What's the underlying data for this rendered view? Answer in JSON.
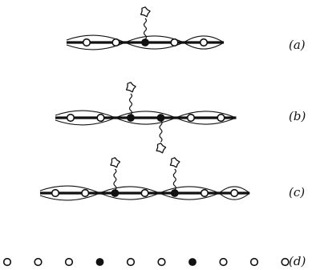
{
  "figure": {
    "panels": [
      {
        "label": "(a)",
        "site_pattern": [
          "open",
          "open",
          "filled",
          "open",
          "open"
        ],
        "tethers": [
          {
            "site": 2,
            "direction": "up"
          }
        ]
      },
      {
        "label": "(b)",
        "site_pattern": [
          "open",
          "open",
          "filled",
          "filled",
          "open",
          "open"
        ],
        "tethers": [
          {
            "site": 2,
            "direction": "up"
          },
          {
            "site": 3,
            "direction": "down"
          }
        ]
      },
      {
        "label": "(c)",
        "site_pattern": [
          "open",
          "open",
          "filled",
          "open",
          "filled",
          "open",
          "open"
        ],
        "tethers": [
          {
            "site": 2,
            "direction": "up"
          },
          {
            "site": 4,
            "direction": "up"
          }
        ]
      },
      {
        "label": "(d)",
        "site_pattern": [
          "open",
          "open",
          "open",
          "filled",
          "open",
          "open",
          "filled",
          "open",
          "open",
          "open"
        ],
        "tethers": []
      }
    ],
    "colors": {
      "ink": "#111111",
      "paper": "#ffffff"
    }
  }
}
